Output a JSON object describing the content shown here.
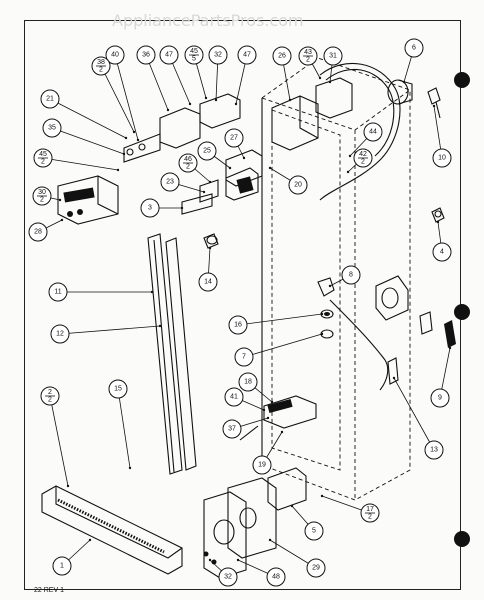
{
  "watermark": "AppliancePartsPros.com",
  "revision": "22 REV 1",
  "callouts": [
    {
      "id": "1",
      "label": "1"
    },
    {
      "id": "3",
      "label": "3"
    },
    {
      "id": "4",
      "label": "4"
    },
    {
      "id": "5",
      "label": "5"
    },
    {
      "id": "6",
      "label": "6"
    },
    {
      "id": "7",
      "label": "7"
    },
    {
      "id": "8",
      "label": "8"
    },
    {
      "id": "9",
      "label": "9"
    },
    {
      "id": "10",
      "label": "10"
    },
    {
      "id": "11",
      "label": "11"
    },
    {
      "id": "12",
      "label": "12"
    },
    {
      "id": "13",
      "label": "13"
    },
    {
      "id": "14",
      "label": "14"
    },
    {
      "id": "15",
      "label": "15"
    },
    {
      "id": "16",
      "label": "16"
    },
    {
      "id": "18",
      "label": "18"
    },
    {
      "id": "19",
      "label": "19"
    },
    {
      "id": "20",
      "label": "20"
    },
    {
      "id": "21",
      "label": "21"
    },
    {
      "id": "23",
      "label": "23"
    },
    {
      "id": "25",
      "label": "25"
    },
    {
      "id": "26",
      "label": "26"
    },
    {
      "id": "27",
      "label": "27"
    },
    {
      "id": "28",
      "label": "28"
    },
    {
      "id": "29",
      "label": "29"
    },
    {
      "id": "31",
      "label": "31"
    },
    {
      "id": "32a",
      "label": "32"
    },
    {
      "id": "32b",
      "label": "32"
    },
    {
      "id": "35",
      "label": "35"
    },
    {
      "id": "36",
      "label": "36"
    },
    {
      "id": "37",
      "label": "37"
    },
    {
      "id": "40",
      "label": "40"
    },
    {
      "id": "41",
      "label": "41"
    },
    {
      "id": "44",
      "label": "44"
    },
    {
      "id": "47a",
      "label": "47"
    },
    {
      "id": "47b",
      "label": "47"
    },
    {
      "id": "48",
      "label": "48"
    },
    {
      "id": "2over2",
      "label": "2/2"
    },
    {
      "id": "17over2",
      "label": "17/2"
    },
    {
      "id": "30over2",
      "label": "30/2"
    },
    {
      "id": "38over2",
      "label": "38/2"
    },
    {
      "id": "42over2",
      "label": "42/2"
    },
    {
      "id": "43over2",
      "label": "43/2"
    },
    {
      "id": "45over2a",
      "label": "45/2"
    },
    {
      "id": "45over5",
      "label": "45/5"
    },
    {
      "id": "46over2",
      "label": "46/2"
    }
  ]
}
